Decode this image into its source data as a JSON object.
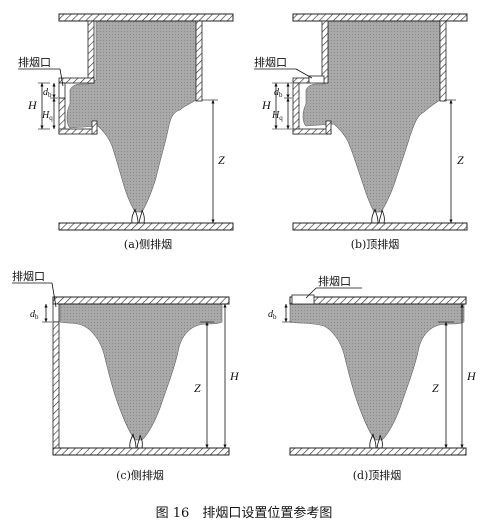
{
  "figure": {
    "caption": "图 16　排烟口设置位置参考图",
    "colors": {
      "smoke": "#a8a8a8",
      "line": "#222222",
      "hatch": "#333333",
      "background": "#ffffff"
    },
    "panels": [
      {
        "caption": "(a)侧排烟",
        "vent_label": "排烟口",
        "H": "H",
        "db": "d",
        "db_sub": "b",
        "Hq": "H",
        "Hq_sub": "q",
        "Z": "Z"
      },
      {
        "caption": "(b)顶排烟",
        "vent_label": "排烟口",
        "H": "H",
        "db": "d",
        "db_sub": "b",
        "Hq": "H",
        "Hq_sub": "q",
        "Z": "Z"
      },
      {
        "caption": "(c)侧排烟",
        "vent_label": "排烟口",
        "db": "d",
        "db_sub": "b",
        "Z": "Z",
        "H": "H"
      },
      {
        "caption": "(d)顶排烟",
        "vent_label": "排烟口",
        "db": "d",
        "db_sub": "b",
        "Z": "Z",
        "H": "H"
      }
    ]
  }
}
